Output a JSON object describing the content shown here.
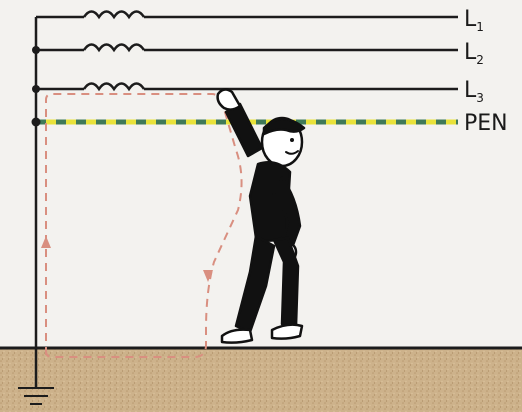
{
  "lines": [
    {
      "label": "L",
      "sub": "1"
    },
    {
      "label": "L",
      "sub": "2"
    },
    {
      "label": "L",
      "sub": "3"
    },
    {
      "label": "PEN",
      "sub": ""
    }
  ],
  "colors": {
    "paper": "#f3f2ef",
    "wire": "#1c1c1c",
    "pen_yellow": "#e8e23a",
    "pen_green": "#3f7a58",
    "ground": "#cdb28b",
    "current_path": "#d98f80"
  },
  "icons": [
    "coil-icon",
    "person-icon",
    "ground-symbol-icon",
    "arrow-up-icon",
    "arrow-down-icon"
  ]
}
